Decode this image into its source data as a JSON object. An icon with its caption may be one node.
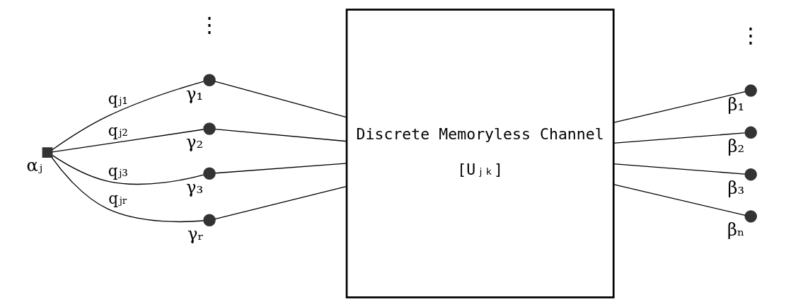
{
  "diagram": {
    "nodes": [
      {
        "text": [],
        "shape": "box",
        "beside": [
          "αⱼ"
        ]
      },
      {
        "text": [],
        "shape": "circle",
        "beside": [
          "γ₁"
        ]
      },
      {
        "text": [],
        "shape": "circle",
        "beside": [
          "γ₂"
        ]
      },
      {
        "text": [],
        "shape": "circle",
        "beside": [
          "γ₃"
        ]
      },
      {
        "text": [],
        "shape": "circle",
        "beside": [
          "γᵣ"
        ]
      },
      {
        "text": [
          "Discrete Memoryless Channel",
          "[Uⱼₖ]"
        ]
      },
      {
        "text": [],
        "shape": "circle",
        "beside": [
          "β₁"
        ]
      },
      {
        "text": [],
        "shape": "circle",
        "beside": [
          "β₂"
        ]
      },
      {
        "text": [],
        "shape": "circle",
        "beside": [
          "β₃"
        ]
      },
      {
        "text": [],
        "shape": "circle",
        "beside": [
          "βₙ"
        ]
      }
    ],
    "edges": [
      {
        "from": 0,
        "to": 1,
        "arrow": "none",
        "label": "qⱼ₁"
      },
      {
        "from": 0,
        "to": 2,
        "arrow": "none",
        "label": "qⱼ₂"
      },
      {
        "from": 0,
        "to": 3,
        "arrow": "none",
        "label": "qⱼ₃"
      },
      {
        "from": 0,
        "to": 4,
        "arrow": "none",
        "label": "qⱼᵣ"
      },
      {
        "from": 1,
        "to": 5,
        "arrow": "none"
      },
      {
        "from": 2,
        "to": 5,
        "arrow": "none"
      },
      {
        "from": 3,
        "to": 5,
        "arrow": "none"
      },
      {
        "from": 4,
        "to": 5,
        "arrow": "none"
      },
      {
        "from": 5,
        "to": 6,
        "arrow": "none"
      },
      {
        "from": 5,
        "to": 7,
        "arrow": "none"
      },
      {
        "from": 5,
        "to": 8,
        "arrow": "none"
      },
      {
        "from": 5,
        "to": 9,
        "arrow": "none"
      }
    ],
    "labels": [
      "⋮",
      "⋮"
    ]
  }
}
